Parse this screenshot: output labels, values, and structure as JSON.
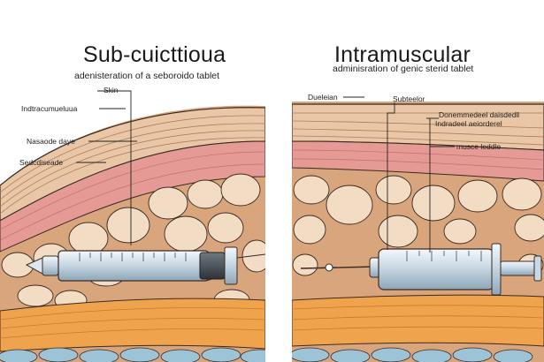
{
  "left_panel": {
    "title": "Sub-cuicttioua",
    "subtitle": "adenisteration of a seboroido tablet",
    "labels": {
      "skin": "Skin",
      "intradermal": "Indtracumueluua",
      "nasal": "Nasaode daye",
      "subcut": "Sedcdiseade"
    }
  },
  "right_panel": {
    "title": "Intramuscular",
    "subtitle": "adminisration of genic sterid tablet",
    "labels": {
      "dueleian": "Dueleian",
      "subtelor": "Subteelor",
      "desc_line1": "Donemmedeel daisdedll",
      "desc_line2": "Indradeel aeiorderel",
      "muscle": "musce leddle"
    }
  },
  "colors": {
    "skin_fill": "#e9c7a6",
    "skin_lines": "#b07c5b",
    "dermis_pink": "#e59a95",
    "fat_bg": "#d8a57c",
    "fat_globule": "#f3dcc4",
    "muscle_orange": "#f0a34d",
    "fascia_blue": "#9cc3d6",
    "outline": "#3a2a22"
  }
}
